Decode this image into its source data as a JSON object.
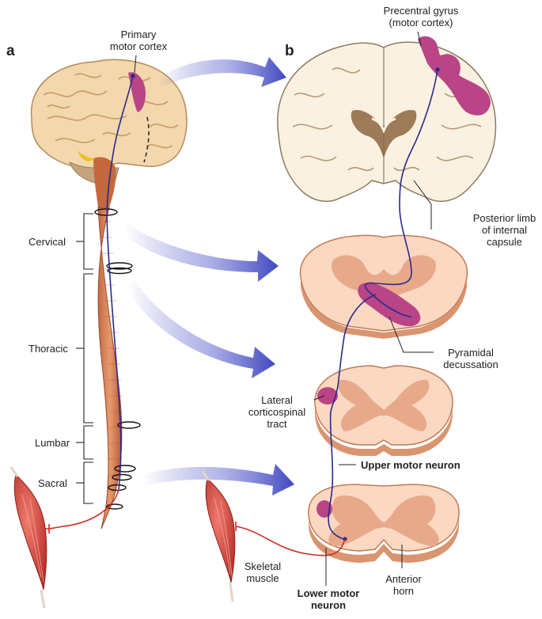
{
  "panels": {
    "a": "a",
    "b": "b"
  },
  "labels": {
    "primary_motor_cortex": [
      "Primary",
      "motor cortex"
    ],
    "precentral_gyrus": [
      "Precentral gyrus",
      "(motor cortex)"
    ],
    "posterior_limb": [
      "Posterior limb",
      "of internal",
      "capsule"
    ],
    "pyramidal_decussation": [
      "Pyramidal",
      "decussation"
    ],
    "lateral_corticospinal_tract": [
      "Lateral",
      "corticospinal",
      "tract"
    ],
    "upper_motor_neuron": "Upper motor neuron",
    "lower_motor_neuron": [
      "Lower motor",
      "neuron"
    ],
    "skeletal_muscle": [
      "Skeletal",
      "muscle"
    ],
    "anterior_horn": [
      "Anterior",
      "horn"
    ]
  },
  "spinal_regions": [
    "Cervical",
    "Thoracic",
    "Lumbar",
    "Sacral"
  ],
  "colors": {
    "brain": "#f3d7ad",
    "cortex_highlight": "#b94586",
    "upper_neuron_path": "#2a2a8c",
    "lower_neuron_path": "#cc2a22",
    "cord_white_matter": "#fbd8c2",
    "cord_gray_matter": "#e8a98b",
    "muscle": "#d9443e",
    "arrow": "#4a52c4"
  }
}
